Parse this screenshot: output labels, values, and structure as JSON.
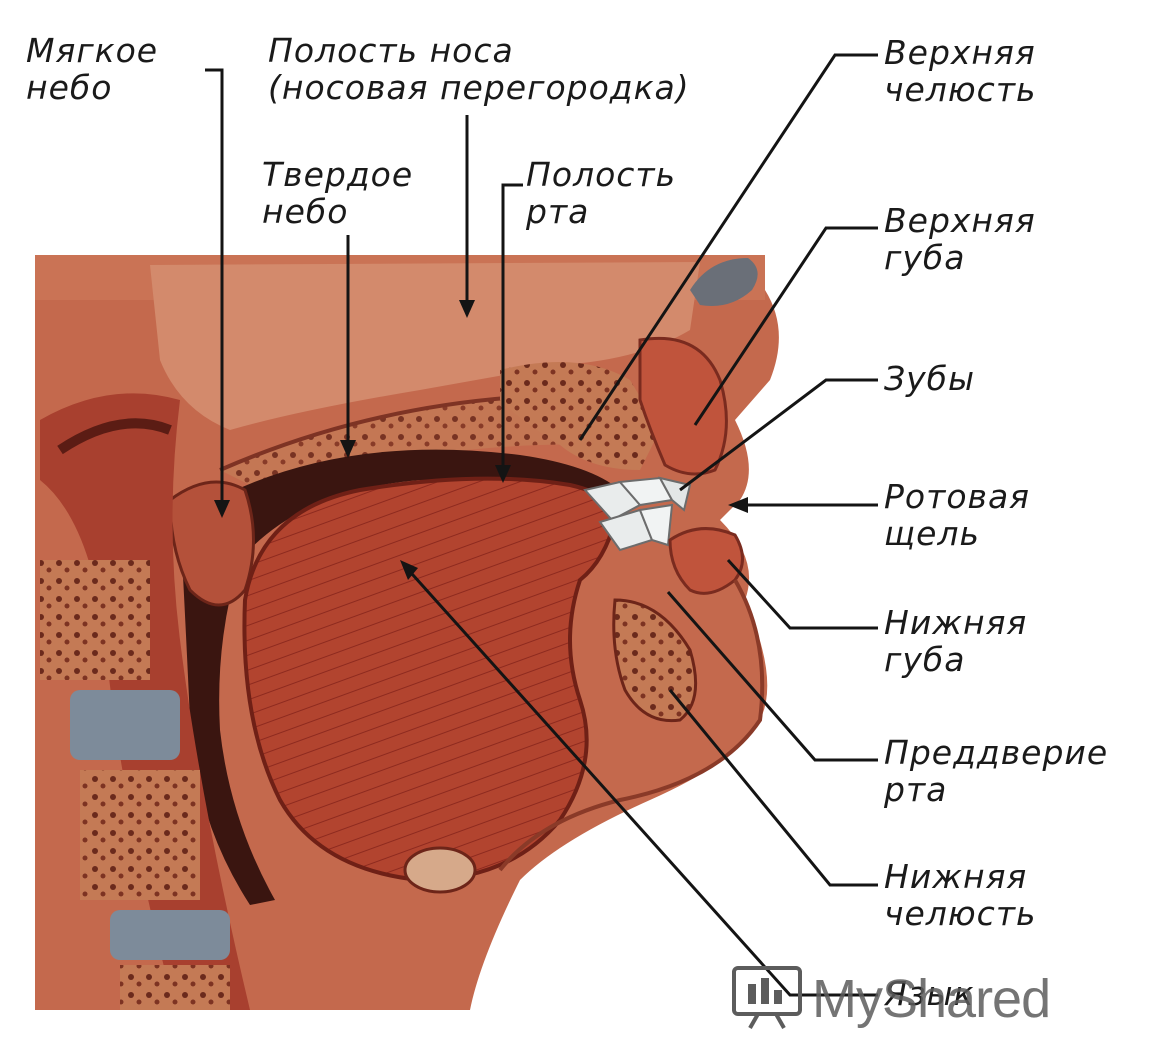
{
  "labels": {
    "soft_palate": "Мягкое\nнебо",
    "nasal_cavity": "Полость носа\n(носовая перегородка)",
    "hard_palate": "Твердое\nнебо",
    "oral_cavity": "Полость\nрта",
    "upper_jaw": "Верхняя\nчелюсть",
    "upper_lip": "Верхняя\nгуба",
    "teeth": "Зубы",
    "mouth_opening": "Ротовая\nщель",
    "lower_lip": "Нижняя\nгуба",
    "vestibule": "Преддверие\nрта",
    "lower_jaw": "Нижняя\nчелюсть",
    "tongue": "Язык"
  },
  "watermark": {
    "text": "MyShared"
  },
  "colors": {
    "tissue": "#b5573f",
    "tissue_light": "#c98a6d",
    "muscle": "#a3362b",
    "cavity": "#3a1510",
    "bone": "#d6a98a",
    "teeth": "#e9ecec",
    "leader": "#141414"
  }
}
